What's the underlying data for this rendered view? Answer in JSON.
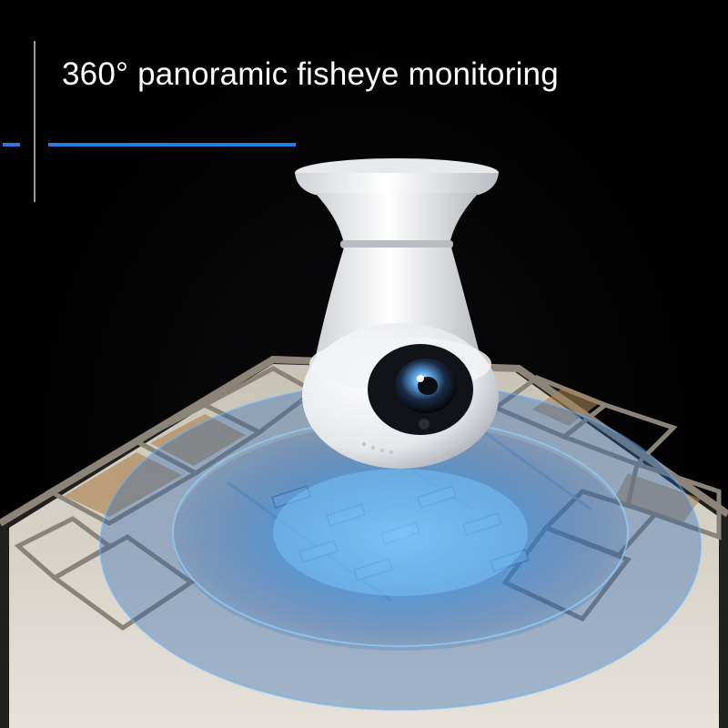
{
  "headline": {
    "text": "360° panoramic fisheye monitoring"
  },
  "colors": {
    "background": "#000000",
    "text": "#ffffff",
    "accent_line": "#2a7be0",
    "divider": "#9a9a9a",
    "coverage_glow": "#3fa9ff"
  },
  "scene": {
    "subject": "bulb-socket-camera",
    "floorplan": "isometric-office-floor-plan"
  }
}
